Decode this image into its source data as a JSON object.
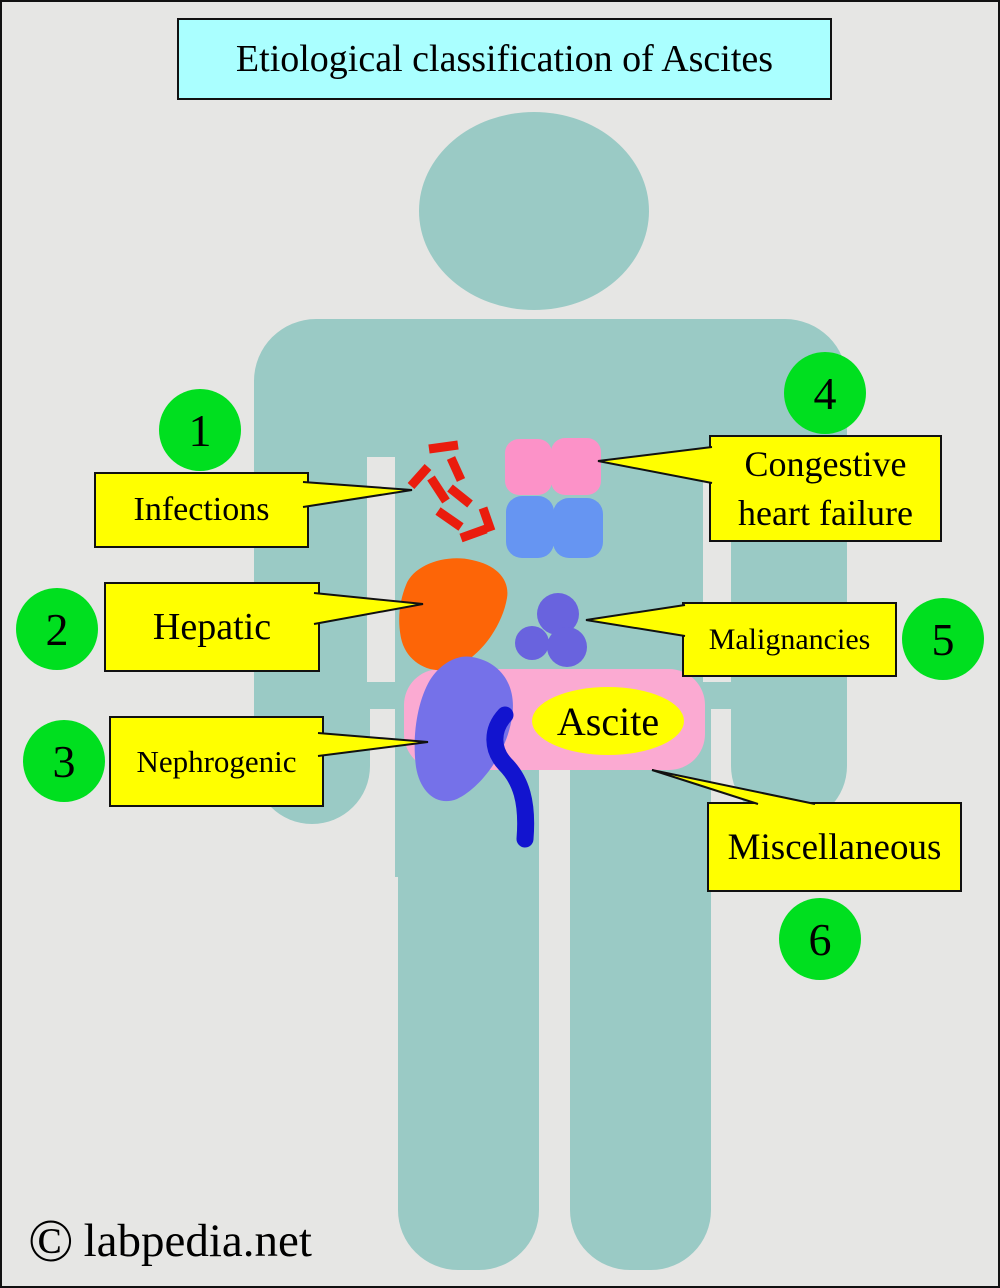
{
  "header": {
    "title": "Etiological classification of Ascites"
  },
  "callouts": {
    "infections": {
      "number": "1",
      "label": "Infections"
    },
    "hepatic": {
      "number": "2",
      "label": "Hepatic"
    },
    "nephrogenic": {
      "number": "3",
      "label": "Nephrogenic"
    },
    "chf": {
      "number": "4",
      "line1": "Congestive",
      "line2": "heart failure"
    },
    "malignancies": {
      "number": "5",
      "label": "Malignancies"
    },
    "miscellaneous": {
      "number": "6",
      "label": "Miscellaneous"
    }
  },
  "abdomen": {
    "ascites_label": "Ascite"
  },
  "footer": {
    "copyright_symbol": "©",
    "site": "labpedia.net"
  },
  "colors": {
    "background": "#e6e6e4",
    "body_teal": "#9acac5",
    "title_fill": "#aaffff",
    "callout_fill": "#ffff00",
    "badge_green": "#00df1f",
    "liver_orange": "#fd6507",
    "heart_pink": "#fc92c8",
    "organ_blue": "#6695f2",
    "nodule_purple": "#6963de",
    "kidney_purple": "#7571e9",
    "ureter_blue": "#1214cf",
    "infection_red": "#ea1c0d",
    "ascites_pink": "#fbaad2",
    "ascite_oval_fill": "#ffff00"
  }
}
